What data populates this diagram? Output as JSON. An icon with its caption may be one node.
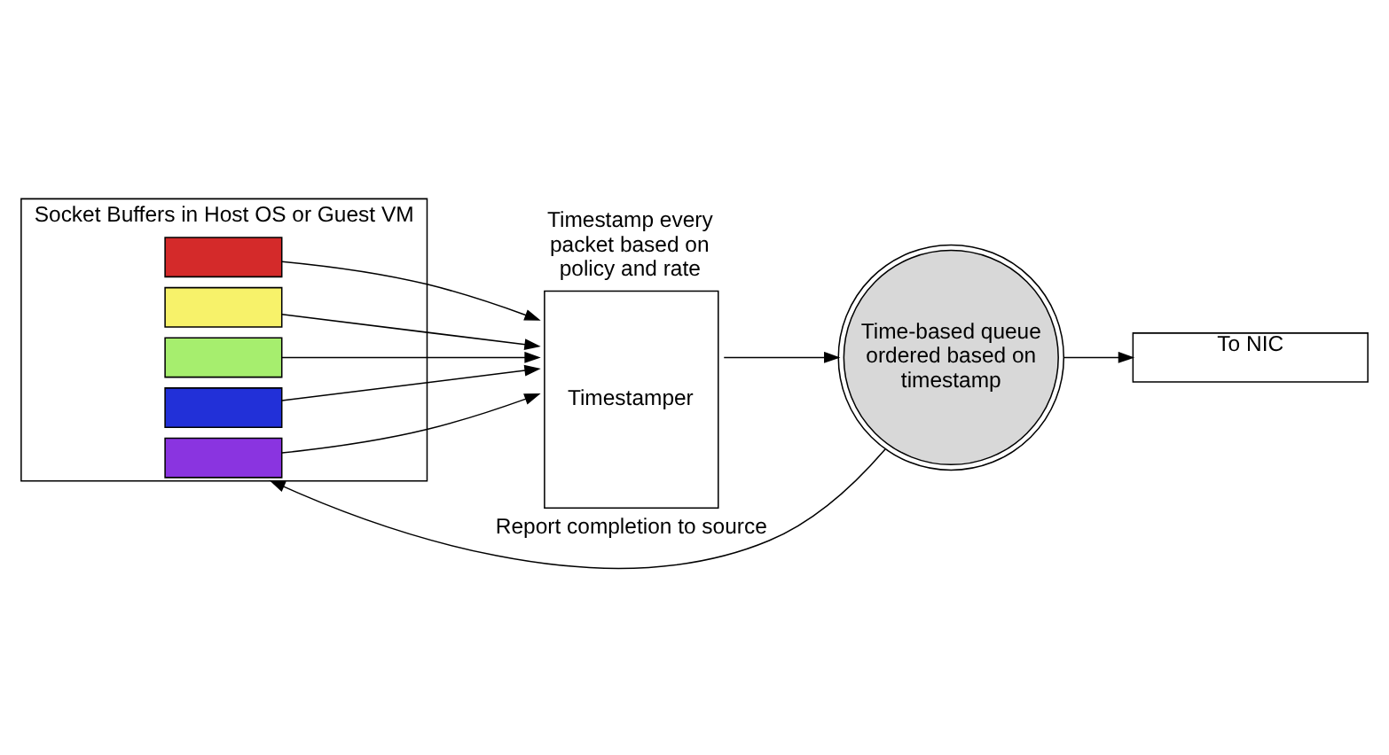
{
  "diagram": {
    "nodes": [
      {
        "text": [
          "Socket Buffers in Host OS or Guest VM"
        ]
      },
      {
        "text": [],
        "shape": "bar",
        "in": 0
      },
      {
        "text": [],
        "shape": "bar",
        "in": 0
      },
      {
        "text": [],
        "shape": "bar",
        "in": 0
      },
      {
        "text": [],
        "shape": "bar",
        "in": 0
      },
      {
        "text": [],
        "shape": "bar",
        "in": 0
      },
      {
        "text": [
          "Timestamper"
        ],
        "beside": [
          "Timestamp every packet based on policy and rate"
        ]
      },
      {
        "text": [
          "Time-based queue ordered based on timestamp"
        ]
      },
      {
        "text": [
          "To NIC"
        ]
      }
    ],
    "edges": [
      {
        "from": 1,
        "to": 6,
        "arrow": "to"
      },
      {
        "from": 2,
        "to": 6,
        "arrow": "to"
      },
      {
        "from": 3,
        "to": 6,
        "arrow": "to"
      },
      {
        "from": 4,
        "to": 6,
        "arrow": "to"
      },
      {
        "from": 5,
        "to": 6,
        "arrow": "to"
      },
      {
        "from": 6,
        "to": 7,
        "arrow": "to"
      },
      {
        "from": 7,
        "to": 8,
        "arrow": "to"
      },
      {
        "from": 7,
        "to": 0,
        "arrow": "to",
        "label": "Report completion to source"
      }
    ]
  }
}
